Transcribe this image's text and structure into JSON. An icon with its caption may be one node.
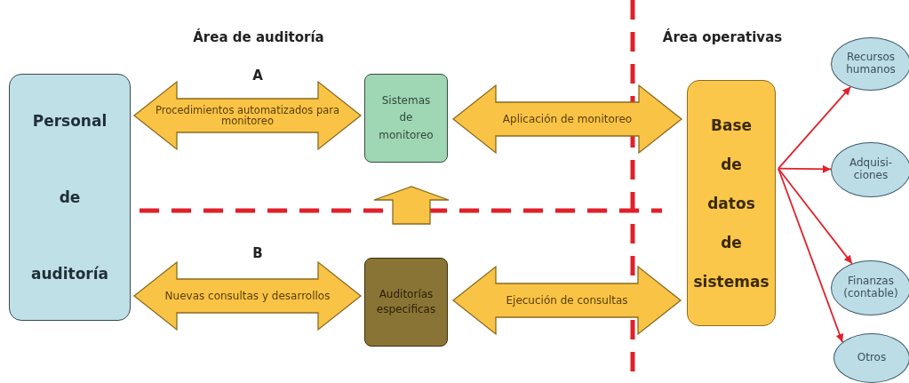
{
  "diagram": {
    "nodes": [
      {
        "text": [
          "Personal de auditoría"
        ]
      },
      {
        "text": [
          "Sistemas de monitoreo"
        ]
      },
      {
        "text": [
          "Auditorías especificas"
        ]
      },
      {
        "text": [
          "Base de datos de sistemas"
        ]
      },
      {
        "text": [
          "Recursos humanos"
        ]
      },
      {
        "text": [
          "Adquisi- ciones"
        ]
      },
      {
        "text": [
          "Finanzas (contable)"
        ]
      },
      {
        "text": [
          "Otros"
        ]
      }
    ],
    "edges": [
      {
        "from": 0,
        "to": 1,
        "arrow": "both",
        "label": "Procedimientos automatizados para monitoreo",
        "style": "thick"
      },
      {
        "from": 1,
        "to": 3,
        "arrow": "both",
        "label": "Aplicación de monitoreo",
        "style": "thick"
      },
      {
        "from": 2,
        "to": 1,
        "arrow": "to",
        "style": "thick"
      },
      {
        "from": 0,
        "to": 2,
        "arrow": "both",
        "label": "Nuevas consultas y desarrollos",
        "style": "thick"
      },
      {
        "from": 2,
        "to": 3,
        "arrow": "both",
        "label": "Ejecución de consultas",
        "style": "thick"
      },
      {
        "from": 3,
        "to": 4,
        "arrow": "to",
        "color": "#e0202a"
      },
      {
        "from": 3,
        "to": 5,
        "arrow": "to",
        "color": "#e0202a"
      },
      {
        "from": 3,
        "to": 6,
        "arrow": "to",
        "color": "#e0202a"
      },
      {
        "from": 3,
        "to": 7,
        "arrow": "to",
        "color": "#e0202a"
      }
    ],
    "labels": [
      "Área de auditoría",
      "Área operativas",
      "A",
      "B"
    ]
  }
}
